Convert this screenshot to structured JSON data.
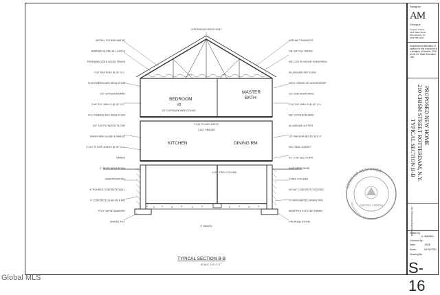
{
  "drawing": {
    "section_title": "TYPICAL SECTION B-B",
    "scale": "SCALE: 1/4\"=1'-0\"",
    "rooms": {
      "bedroom": "BEDROOM",
      "bedroom_number": "#2",
      "master_bath": "MASTER",
      "master_bath_line2": "BATH",
      "kitchen": "KITCHEN",
      "dining": "DINING RM"
    },
    "note_lines_left": [
      "INSTALL ICE AND WATER",
      "BARRIER ALONG ALL EAVES",
      "PREFABRICATED WOOD TRUSS",
      "2\"x6\" RAFTERS @ 16\" O.C.",
      "R-38 FIBERGLASS INSULATION",
      "1/2\" GYPSUM BOARD",
      "2\"x6\" EXT. WALLS @ 16\" O.C.",
      "R-21 FIBERGLASS INSULATION",
      "3/4\" T&G PLYWOOD FLOOR",
      "SHEATHING GLUED & NAILED",
      "2\"x10\" FLOOR JOISTS @ 16\" O.C.",
      "GRADE",
      "2\" RIGID INSULATION",
      "DAMPPROOFING",
      "8\" POURED CONCRETE WALL",
      "4\" CONCRETE SLAB ON 6 MIL",
      "POLY VAPOR BARRIER",
      "GRAVEL FILL"
    ],
    "note_lines_right": [
      "ASPHALT SHINGLES",
      "ON 15# FELT PAPER",
      "5/8\" CDX PLYWOOD SHEATHING",
      "ALUMINUM DRIP EDGE",
      "VINYL SIDING ON HOUSEWRAP",
      "1/2\" OSB SHEATHING",
      "2\"x4\" INT. WALLS @ 16\" O.C.",
      "5/8\" GYPSUM BOARD",
      "ALUMINUM GUTTER",
      "1/2\" ANCHOR BOLTS @ 6'-0\"",
      "SILL SEAL GASKET",
      "P.T. 2\"x6\" SILL PLATE",
      "BASEMENT SLAB",
      "STEEL COLUMN",
      "20\"x10\" CONCRETE FOOTING",
      "4\" PERFORATED DRAIN PIPE",
      "WRAPPED IN FILTER FABRIC",
      "CRUSHED STONE"
    ],
    "center_notes": [
      "CONTINUOUS RIDGE VENT",
      "1/2\" GYPSUM BOARD CEILING",
      "2\"x10\" FLOOR JOISTS",
      "2\"x10\" HEADER",
      "CONTINUOUS RIDGE VENT",
      "3-1/2\" STEEL COLUMN",
      "3\" GRAVEL"
    ]
  },
  "title_block": {
    "designer_label": "Designer:",
    "logo": "AM",
    "logo_sub": "Designs",
    "address_lines": [
      "Amgeen Ambrin",
      "1422 State Street",
      "Schenectady, NY",
      "(518) 555-4690"
    ],
    "note": "Unauthorized alteration or addition to this document is a violation of Section 7209 of the NY State Education Law.",
    "project": "PROPOSED NEW HOME",
    "project_address": "210 CHISM STREET ROTTERDAM, N.Y.",
    "sheet_title": "TYPICAL SECTION B-B",
    "drawing_no_label": "Drawing No.",
    "revisions_label": "No.  Revisions/Submissions",
    "drawn_by_label": "Drawn by:",
    "drawn_by": "A. AMBRIN",
    "checked_label": "Checked by:",
    "date_label": "Date:",
    "date_value": "JUNE",
    "scale_label": "Scale:",
    "scale_value": "AS NOTED",
    "sheet_no": "S-16"
  },
  "stamp": {
    "outer_text": "STATE OF NEW YORK",
    "name": "AMGEEN AMBRIN",
    "registered": "REGISTERED ARCHITECT"
  },
  "watermark": "Global MLS"
}
